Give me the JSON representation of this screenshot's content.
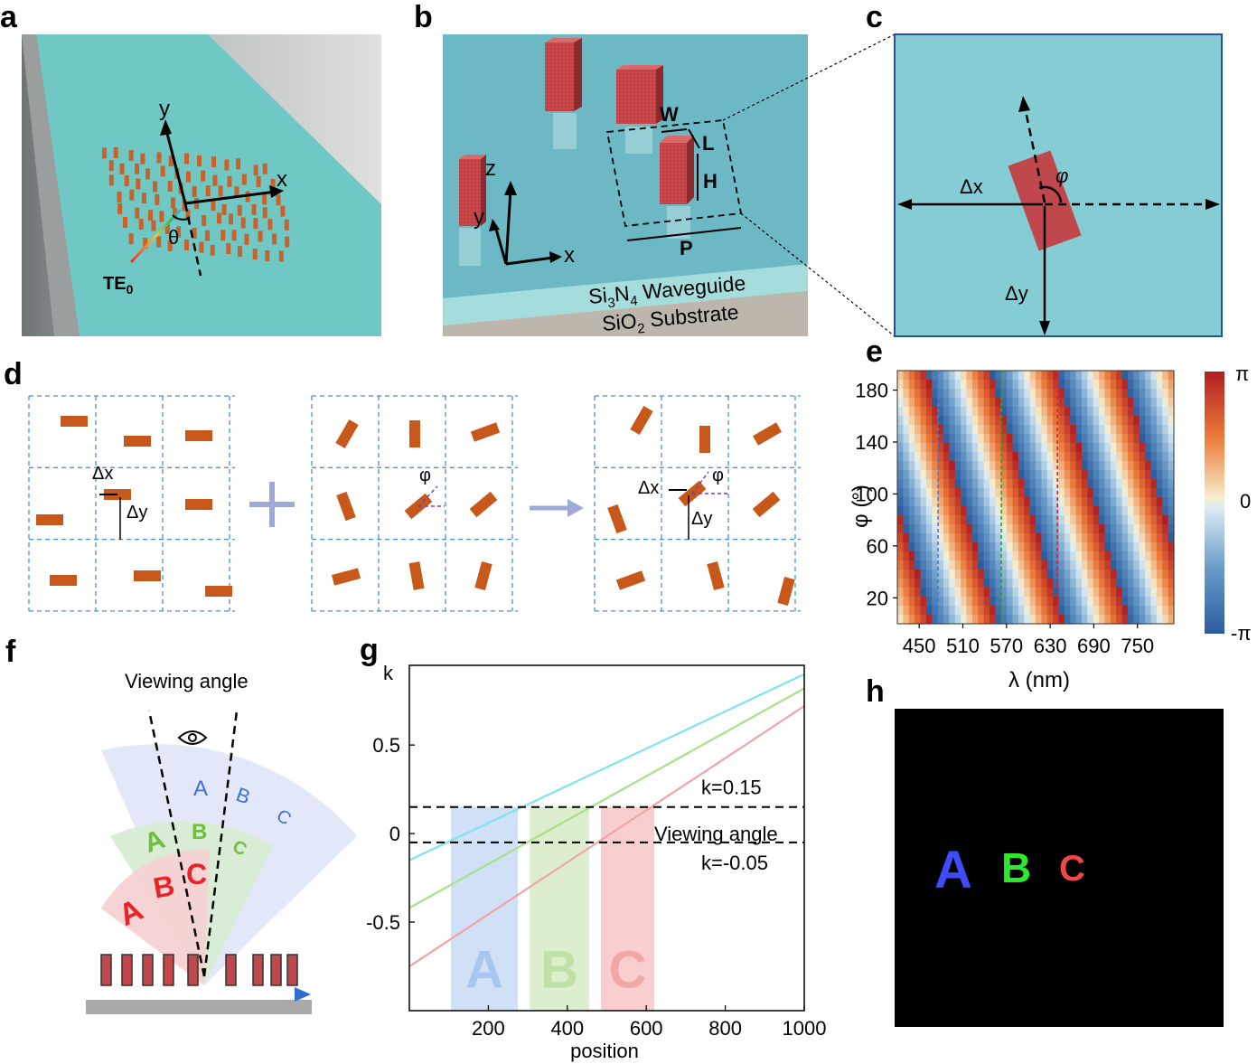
{
  "panel_labels": [
    "a",
    "b",
    "c",
    "d",
    "e",
    "f",
    "g",
    "h"
  ],
  "a": {
    "axis_x": "x",
    "axis_y": "y",
    "angle": "θ",
    "mode": "TE",
    "mode_sub": "0"
  },
  "b": {
    "axis_x": "x",
    "axis_y": "y",
    "axis_z": "z",
    "dim_w": "W",
    "dim_l": "L",
    "dim_h": "H",
    "dim_p": "P",
    "waveguide_pre": "Si",
    "waveguide_sub1": "3",
    "waveguide_mid": "N",
    "waveguide_sub2": "4",
    "waveguide_post": " Waveguide",
    "substrate_pre": "SiO",
    "substrate_sub": "2",
    "substrate_post": " Substrate"
  },
  "c": {
    "dx": "Δx",
    "dy": "Δy",
    "phi": "φ"
  },
  "d": {
    "dx": "Δx",
    "dy": "Δy",
    "phi": "φ",
    "plus": "+"
  },
  "e": {
    "ylabel": "φ (°)",
    "xlabel": "λ (nm)",
    "yticks": [
      "180",
      "140",
      "100",
      "60",
      "20"
    ],
    "xticks": [
      "450",
      "510",
      "570",
      "630",
      "690",
      "750"
    ],
    "colorbar_ticks": [
      "π",
      "0",
      "-π"
    ],
    "colors": {
      "pos": "#b01e22",
      "zero": "#f5f0e1",
      "neg": "#2c5b9e"
    },
    "dashed_lines_nm": [
      476,
      563,
      640
    ]
  },
  "f": {
    "title": "Viewing angle",
    "letters": [
      "A",
      "B",
      "C"
    ],
    "colors": [
      "#3f6fd8",
      "#6fbf3a",
      "#e8232a"
    ]
  },
  "chart_data": {
    "type": "line",
    "title": "",
    "xlabel": "position",
    "ylabel": "k",
    "xlim": [
      0,
      1000
    ],
    "ylim": [
      -1,
      0.95
    ],
    "xticks": [
      200,
      400,
      600,
      800,
      1000
    ],
    "yticks": [
      0.5,
      0,
      -0.5
    ],
    "series": [
      {
        "color": "#7fe3ef",
        "x": [
          0,
          1000
        ],
        "y": [
          -0.15,
          0.9
        ]
      },
      {
        "color": "#a8e08a",
        "x": [
          0,
          1000
        ],
        "y": [
          -0.42,
          0.82
        ]
      },
      {
        "color": "#f0a5a5",
        "x": [
          0,
          1000
        ],
        "y": [
          -0.75,
          0.72
        ]
      }
    ],
    "hlines": [
      {
        "y": 0.15,
        "label": "k=0.15"
      },
      {
        "y": -0.05,
        "label": "k=-0.05"
      }
    ],
    "hline_annotation": "Viewing angle",
    "bands": [
      {
        "x0": 105,
        "x1": 275,
        "label": "A",
        "color": "#aac6ee"
      },
      {
        "x0": 305,
        "x1": 455,
        "label": "B",
        "color": "#bfe0a6"
      },
      {
        "x0": 485,
        "x1": 620,
        "label": "C",
        "color": "#f3a6a6"
      }
    ]
  },
  "h": {
    "letters": [
      "A",
      "B",
      "C"
    ],
    "colors": [
      "#3d4cff",
      "#2ee82e",
      "#f04848"
    ]
  }
}
